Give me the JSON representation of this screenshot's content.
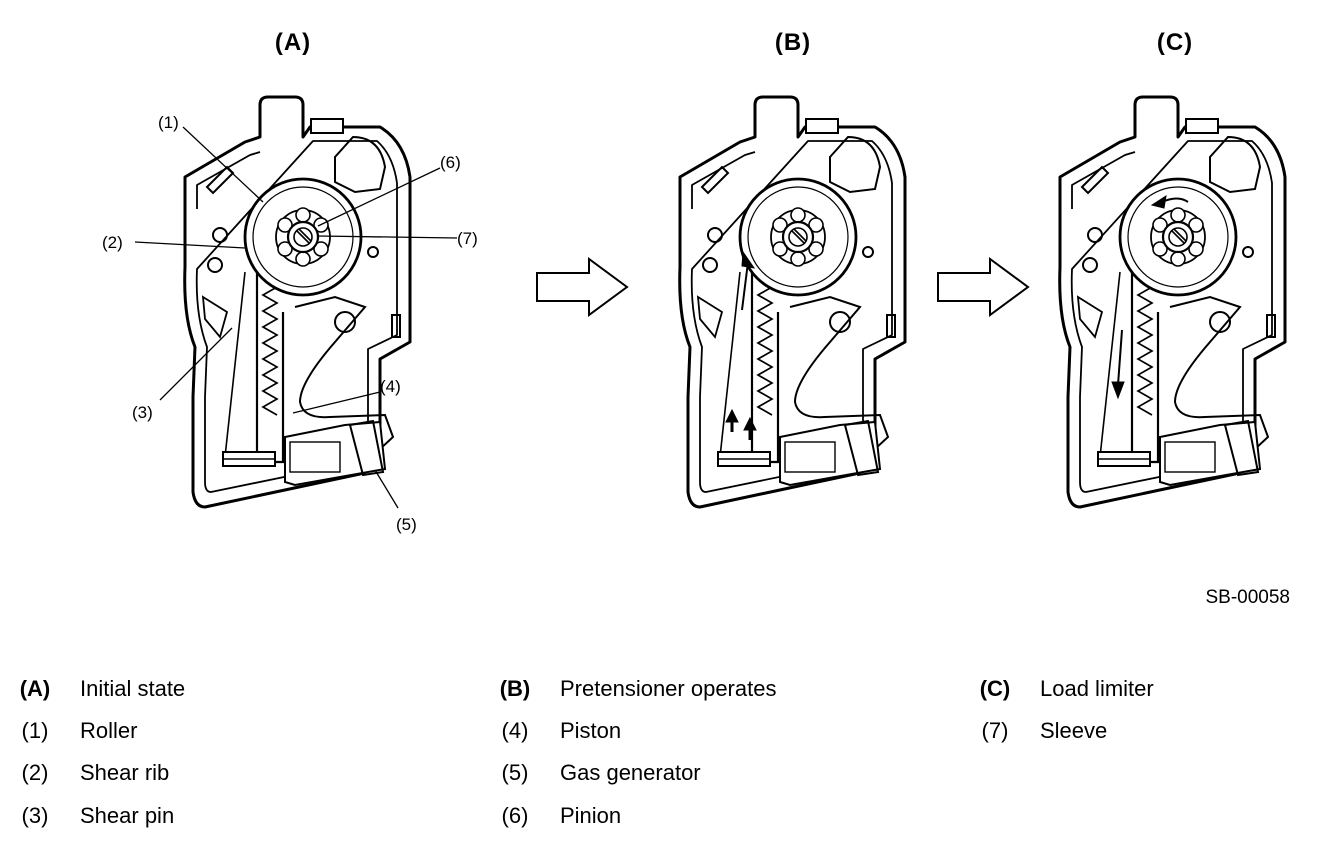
{
  "panels": [
    {
      "label": "(A)"
    },
    {
      "label": "(B)"
    },
    {
      "label": "(C)"
    }
  ],
  "callouts": [
    "(1)",
    "(2)",
    "(3)",
    "(4)",
    "(5)",
    "(6)",
    "(7)"
  ],
  "figure_code": "SB-00058",
  "legend": [
    {
      "key": "(A)",
      "text": "Initial state",
      "bold": true
    },
    {
      "key": "(1)",
      "text": "Roller",
      "bold": false
    },
    {
      "key": "(2)",
      "text": "Shear rib",
      "bold": false
    },
    {
      "key": "(3)",
      "text": "Shear pin",
      "bold": false
    },
    {
      "key": "(B)",
      "text": "Pretensioner operates",
      "bold": true
    },
    {
      "key": "(4)",
      "text": "Piston",
      "bold": false
    },
    {
      "key": "(5)",
      "text": "Gas generator",
      "bold": false
    },
    {
      "key": "(6)",
      "text": "Pinion",
      "bold": false
    },
    {
      "key": "(C)",
      "text": "Load limiter",
      "bold": true
    },
    {
      "key": "(7)",
      "text": "Sleeve",
      "bold": false
    }
  ]
}
